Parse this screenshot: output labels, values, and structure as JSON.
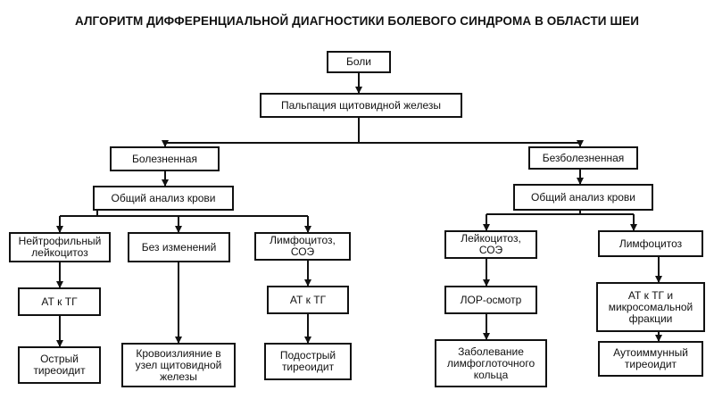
{
  "title": "АЛГОРИТМ  ДИФФЕРЕНЦИАЛЬНОЙ ДИАГНОСТИКИ БОЛЕВОГО СИНДРОМА В ОБЛАСТИ ШЕИ",
  "nodes": {
    "pain": "Боли",
    "palpation": "Пальпация щитовидной железы",
    "painful": "Болезненная",
    "painless": "Безболезненная",
    "cbc_left": "Общий анализ крови",
    "cbc_right": "Общий анализ крови",
    "neutrophilic": "Нейтрофильный\nлейкоцитоз",
    "no_change": "Без изменений",
    "lymph_esr_left": "Лимфоцитоз,\nСОЭ",
    "leuk_esr": "Лейкоцитоз,\nСОЭ",
    "lymphocytosis": "Лимфоцитоз",
    "at_tg_1": "АТ к ТГ",
    "at_tg_2": "АТ к ТГ",
    "ent_exam": "ЛОР-осмотр",
    "at_tg_micro": "АТ к ТГ и\nмикросомальной\nфракции",
    "acute": "Острый\nтиреоидит",
    "hemorrhage": "Кровоизлияние в\nузел щитовидной\nжелезы",
    "subacute": "Подострый\nтиреоидит",
    "lymphopharyngeal": "Заболевание\nлимфоглоточного\nкольца",
    "autoimmune": "Аутоиммунный\nтиреоидит"
  }
}
